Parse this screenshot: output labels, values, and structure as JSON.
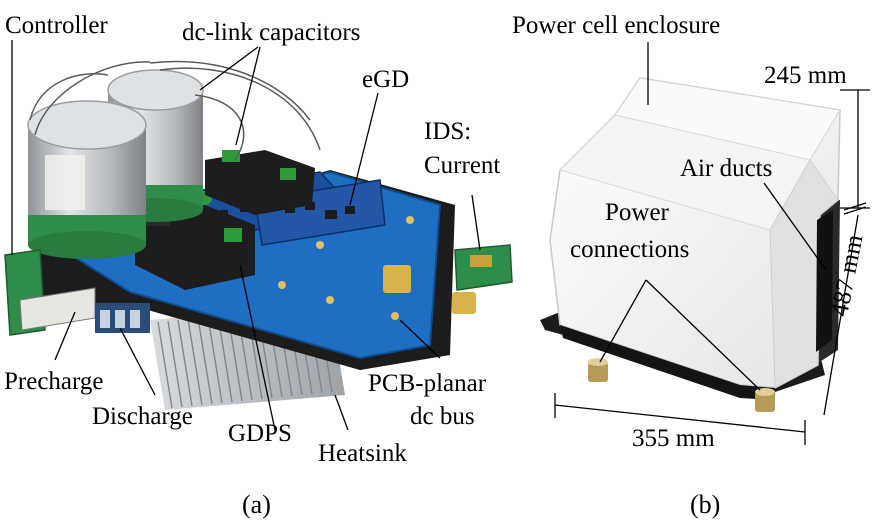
{
  "panel_a": {
    "caption": "(a)",
    "labels": {
      "controller": "Controller",
      "dc_link": "dc-link capacitors",
      "egd": "eGD",
      "ids_1": "IDS:",
      "ids_2": "Current",
      "precharge": "Precharge",
      "discharge": "Discharge",
      "gdps": "GDPS",
      "pcb_1": "PCB-planar",
      "pcb_2": "dc bus",
      "heatsink": "Heatsink"
    }
  },
  "panel_b": {
    "caption": "(b)",
    "labels": {
      "enclosure": "Power cell enclosure",
      "height": "245 mm",
      "air_ducts": "Air ducts",
      "power_1": "Power",
      "power_2": "connections",
      "depth": "487 mm",
      "width": "355 mm"
    }
  },
  "colors": {
    "pcb_blue": "#1e6fc4",
    "capacitor_grey": "#c9ccce",
    "capacitor_green": "#2f8d4a",
    "heatsink": "#b4b8bc",
    "enclosure": "#f3f3f3",
    "base": "#1b1b1b"
  }
}
